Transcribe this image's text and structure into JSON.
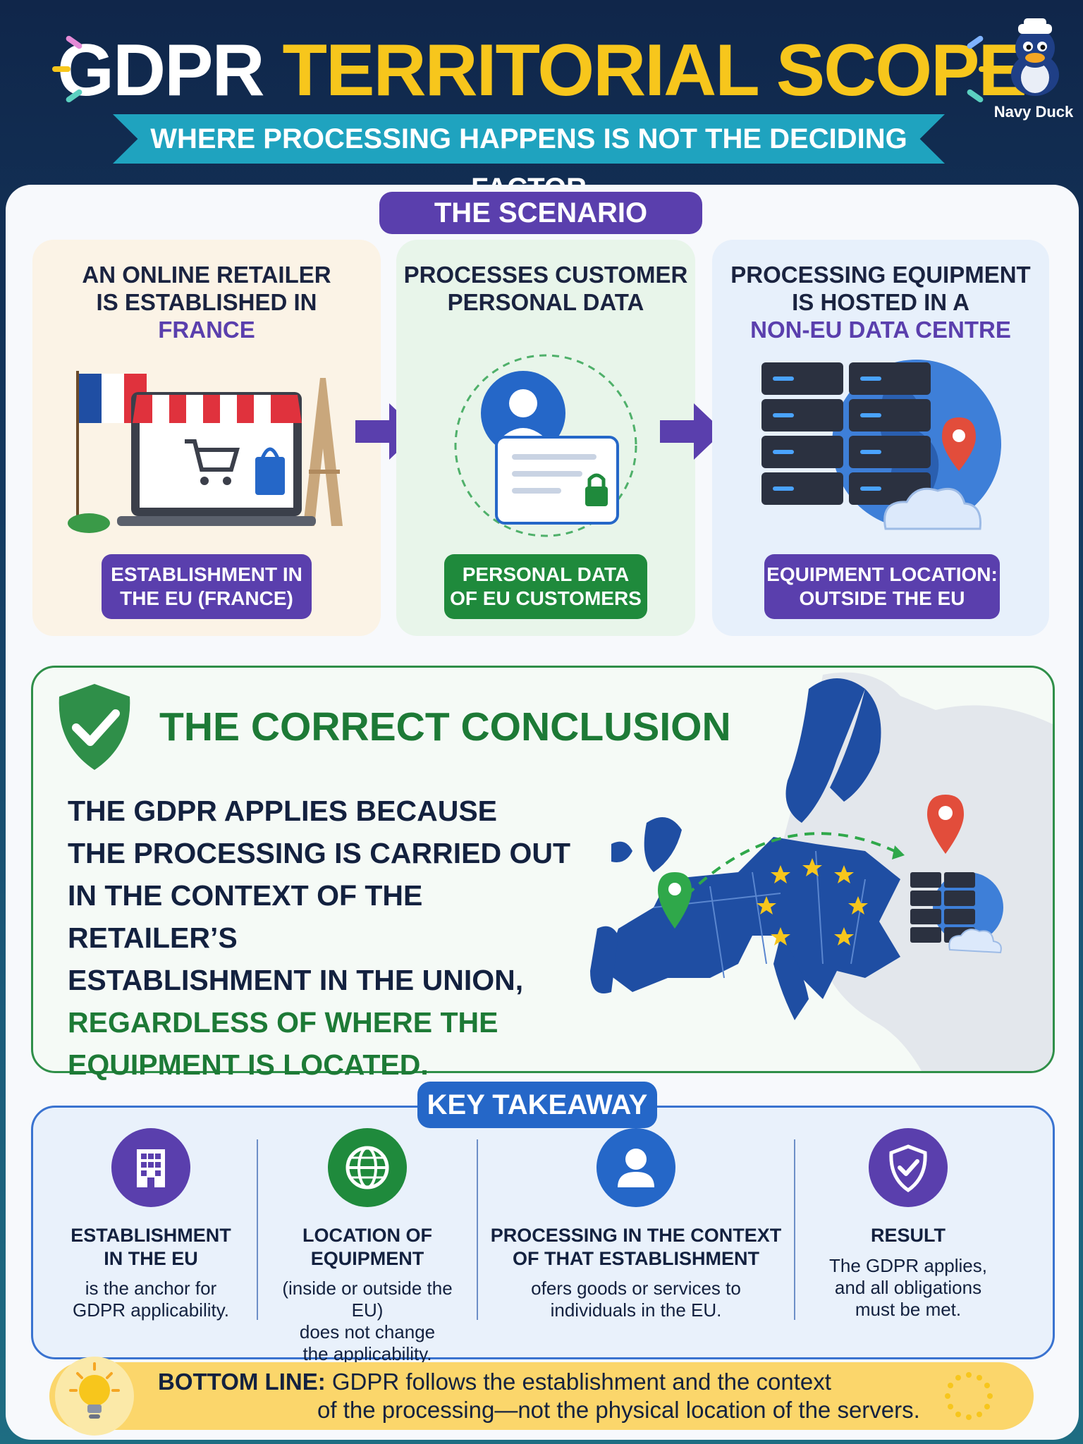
{
  "header": {
    "title_part1": "GDPR",
    "title_part2": "TERRITORIAL SCOPE",
    "subtitle": "WHERE PROCESSING HAPPENS IS NOT THE DECIDING FACTOR",
    "mascot_label": "Navy Duck"
  },
  "scenario": {
    "label": "THE SCENARIO",
    "panels": [
      {
        "line1": "AN ONLINE RETAILER",
        "line2": "IS ESTABLISHED IN",
        "highlight": "FRANCE",
        "badge_line1": "ESTABLISHMENT IN",
        "badge_line2": "THE EU (FRANCE)",
        "badge_color": "#5a3fad"
      },
      {
        "line1": "PROCESSES CUSTOMER",
        "line2": "PERSONAL DATA",
        "badge_line1": "PERSONAL DATA",
        "badge_line2": "OF EU CUSTOMERS",
        "badge_color": "#1f8a3c"
      },
      {
        "line1": "PROCESSING EQUIPMENT",
        "line2": "IS HOSTED IN A",
        "highlight": "NON-EU DATA CENTRE",
        "badge_line1": "EQUIPMENT LOCATION:",
        "badge_line2": "OUTSIDE THE EU",
        "badge_color": "#5a3fad"
      }
    ]
  },
  "conclusion": {
    "title": "THE CORRECT CONCLUSION",
    "lines": [
      "THE GDPR APPLIES BECAUSE",
      "THE PROCESSING IS CARRIED OUT",
      "IN THE CONTEXT OF THE RETAILER’S",
      "ESTABLISHMENT IN THE UNION,"
    ],
    "highlight_lines": [
      "REGARDLESS OF WHERE THE",
      "EQUIPMENT IS LOCATED."
    ]
  },
  "takeaway": {
    "label": "KEY TAKEAWAY",
    "items": [
      {
        "icon": "building-icon",
        "color": "#5a3fad",
        "head": [
          "ESTABLISHMENT",
          "IN THE EU"
        ],
        "body": [
          "is the anchor for",
          "GDPR applicability."
        ]
      },
      {
        "icon": "globe-icon",
        "color": "#1f8a3c",
        "head": [
          "LOCATION OF",
          "EQUIPMENT"
        ],
        "body": [
          "(inside or outside the EU)",
          "does not change",
          "the applicability."
        ]
      },
      {
        "icon": "person-icon",
        "color": "#2567c8",
        "head": [
          "PROCESSING IN THE CONTEXT",
          "OF THAT ESTABLISHMENT"
        ],
        "body": [
          "ofers goods or services to",
          "individuals in the EU."
        ]
      },
      {
        "icon": "shield-check-icon",
        "color": "#5a3fad",
        "head": [
          "RESULT"
        ],
        "body": [
          "The GDPR applies,",
          "and all obligations",
          "must be met."
        ]
      }
    ]
  },
  "bottom_line": {
    "label": "BOTTOM LINE:",
    "line1": "GDPR follows the establishment and the context",
    "line2": "of the processing—not the physical location of the servers."
  },
  "colors": {
    "title_yellow": "#f7c61c",
    "accent_purple": "#5a3fad",
    "accent_green": "#1f8a3c",
    "accent_blue": "#2567c8",
    "eu_blue": "#1f4ea3"
  }
}
